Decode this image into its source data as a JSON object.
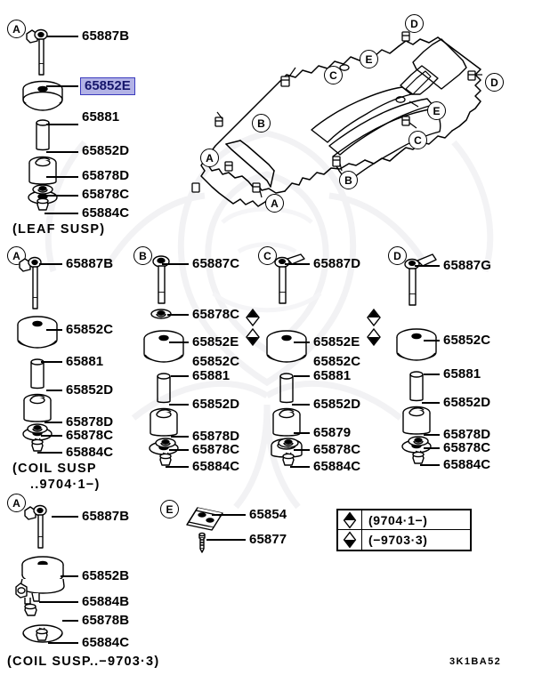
{
  "diagram": {
    "code": "3K1BA52",
    "title_code": "3K1BA52"
  },
  "legend": {
    "rows": [
      {
        "symbol": "diamond-top-filled",
        "text": "(9704·1−)"
      },
      {
        "symbol": "diamond-bottom-filled",
        "text": "(−9703·3)"
      }
    ]
  },
  "frame_callouts": [
    {
      "label": "A"
    },
    {
      "label": "A"
    },
    {
      "label": "B"
    },
    {
      "label": "B"
    },
    {
      "label": "C"
    },
    {
      "label": "C"
    },
    {
      "label": "D"
    },
    {
      "label": "D"
    },
    {
      "label": "E"
    },
    {
      "label": "E"
    }
  ],
  "sections": {
    "leaf_susp_a": {
      "bubble": "A",
      "caption": "(LEAF SUSP)",
      "parts": [
        {
          "number": "65887B",
          "highlight": false,
          "marker": ""
        },
        {
          "number": "65852E",
          "highlight": true,
          "marker": ""
        },
        {
          "number": "65881",
          "highlight": false,
          "marker": ""
        },
        {
          "number": "65852D",
          "highlight": false,
          "marker": ""
        },
        {
          "number": "65878D",
          "highlight": false,
          "marker": ""
        },
        {
          "number": "65878C",
          "highlight": false,
          "marker": ""
        },
        {
          "number": "65884C",
          "highlight": false,
          "marker": ""
        }
      ]
    },
    "coil_a": {
      "bubble": "A",
      "caption_line1": "(COIL SUSP",
      "caption_line2": "..9704·1−)",
      "parts": [
        {
          "number": "65887B",
          "marker": ""
        },
        {
          "number": "65852C",
          "marker": ""
        },
        {
          "number": "65881",
          "marker": ""
        },
        {
          "number": "65852D",
          "marker": ""
        },
        {
          "number": "65878D",
          "marker": ""
        },
        {
          "number": "65878C",
          "marker": ""
        },
        {
          "number": "65884C",
          "marker": ""
        }
      ]
    },
    "coil_b": {
      "bubble": "B",
      "parts": [
        {
          "number": "65887C",
          "marker": ""
        },
        {
          "number": "65878C",
          "marker": ""
        },
        {
          "number": "65852E",
          "marker": "diamond-top-filled"
        },
        {
          "number": "65852C",
          "marker": "diamond-bottom-filled"
        },
        {
          "number": "65881",
          "marker": ""
        },
        {
          "number": "65852D",
          "marker": ""
        },
        {
          "number": "65878D",
          "marker": ""
        },
        {
          "number": "65878C",
          "marker": ""
        },
        {
          "number": "65884C",
          "marker": ""
        }
      ]
    },
    "coil_c": {
      "bubble": "C",
      "parts": [
        {
          "number": "65887D",
          "marker": ""
        },
        {
          "number": "65852E",
          "marker": "diamond-top-filled"
        },
        {
          "number": "65852C",
          "marker": "diamond-bottom-filled"
        },
        {
          "number": "65881",
          "marker": ""
        },
        {
          "number": "65852D",
          "marker": ""
        },
        {
          "number": "65879",
          "marker": ""
        },
        {
          "number": "65878C",
          "marker": ""
        },
        {
          "number": "65884C",
          "marker": ""
        }
      ]
    },
    "coil_d": {
      "bubble": "D",
      "parts": [
        {
          "number": "65887G",
          "marker": ""
        },
        {
          "number": "65852C",
          "marker": ""
        },
        {
          "number": "65881",
          "marker": ""
        },
        {
          "number": "65852D",
          "marker": ""
        },
        {
          "number": "65878D",
          "marker": ""
        },
        {
          "number": "65878C",
          "marker": ""
        },
        {
          "number": "65884C",
          "marker": ""
        }
      ]
    },
    "coil_old_a": {
      "bubble": "A",
      "caption": "(COIL SUSP..−9703·3)",
      "parts": [
        {
          "number": "65887B",
          "marker": ""
        },
        {
          "number": "65852B",
          "marker": ""
        },
        {
          "number": "65884B",
          "marker": ""
        },
        {
          "number": "65878B",
          "marker": ""
        },
        {
          "number": "65884C",
          "marker": ""
        }
      ]
    },
    "plate_e": {
      "bubble": "E",
      "parts": [
        {
          "number": "65854",
          "marker": ""
        },
        {
          "number": "65877",
          "marker": ""
        }
      ]
    }
  }
}
